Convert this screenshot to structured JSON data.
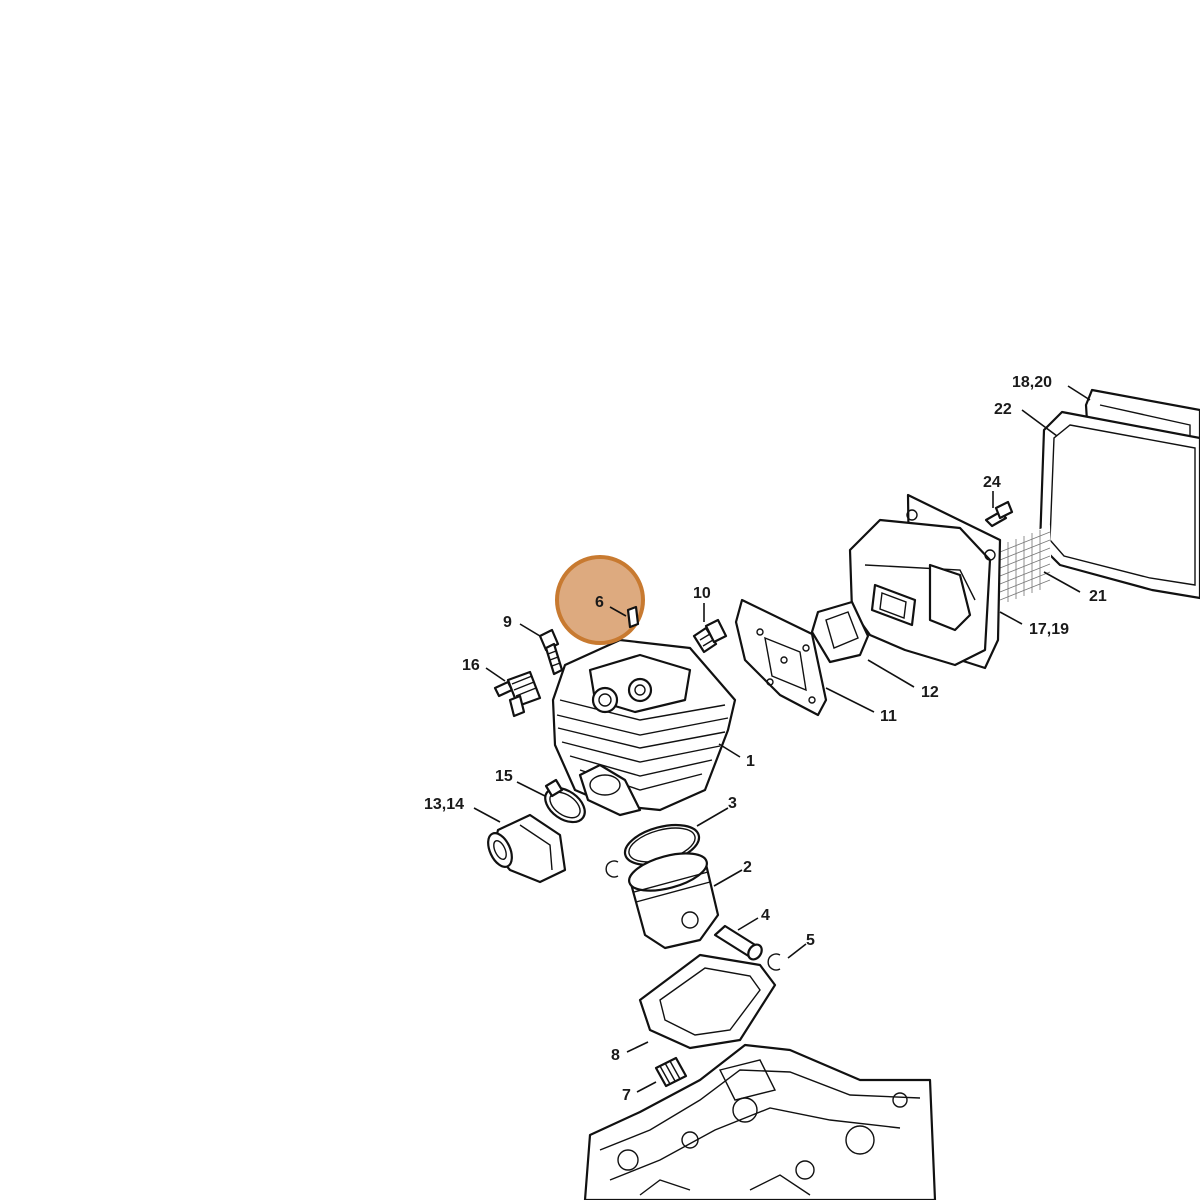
{
  "diagram": {
    "highlight": {
      "label": "6",
      "color": "#CF7F2E"
    },
    "callouts": [
      "1",
      "2",
      "3",
      "4",
      "5",
      "6",
      "7",
      "8",
      "9",
      "10",
      "11",
      "12",
      "13,14",
      "15",
      "16",
      "17,19",
      "18,20",
      "21",
      "22",
      "24"
    ]
  },
  "colors": {
    "line": "#111111",
    "highlight_fill": "#DDAA7F",
    "highlight_stroke": "#C87A30"
  }
}
